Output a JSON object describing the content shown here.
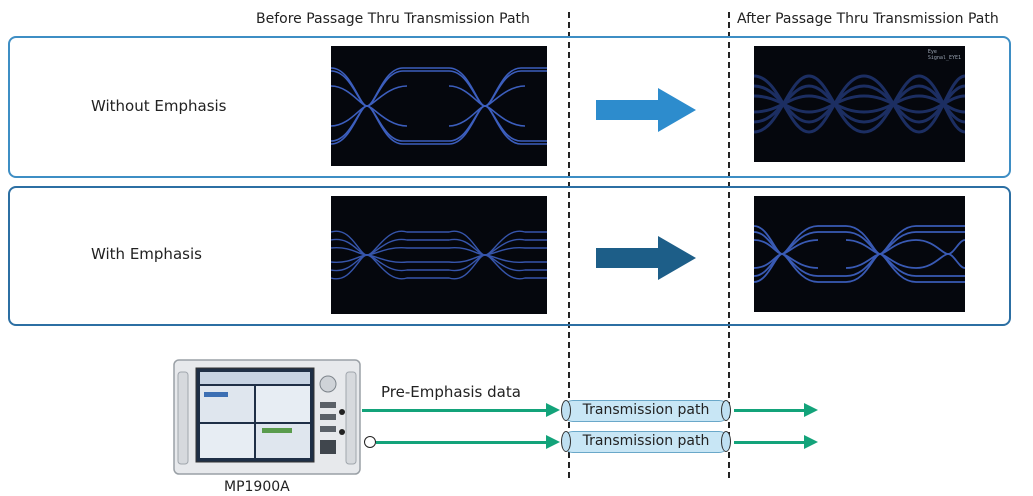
{
  "headers": {
    "before": "Before Passage Thru Transmission Path",
    "after": "After Passage Thru Transmission Path"
  },
  "rows": [
    {
      "label": "Without Emphasis",
      "arrow_color": "#2d8ccd"
    },
    {
      "label": "With Emphasis",
      "arrow_color": "#1d5e88"
    }
  ],
  "scope_tag": "Eye\nSignal_EYE1",
  "setup": {
    "instrument_name": "MP1900A",
    "pre_emphasis_label": "Pre-Emphasis data",
    "paths": [
      {
        "label": "Transmission path"
      },
      {
        "label": "Transmission path"
      }
    ],
    "line_color": "#13a37a",
    "path_fill": "#c8e6f5"
  }
}
